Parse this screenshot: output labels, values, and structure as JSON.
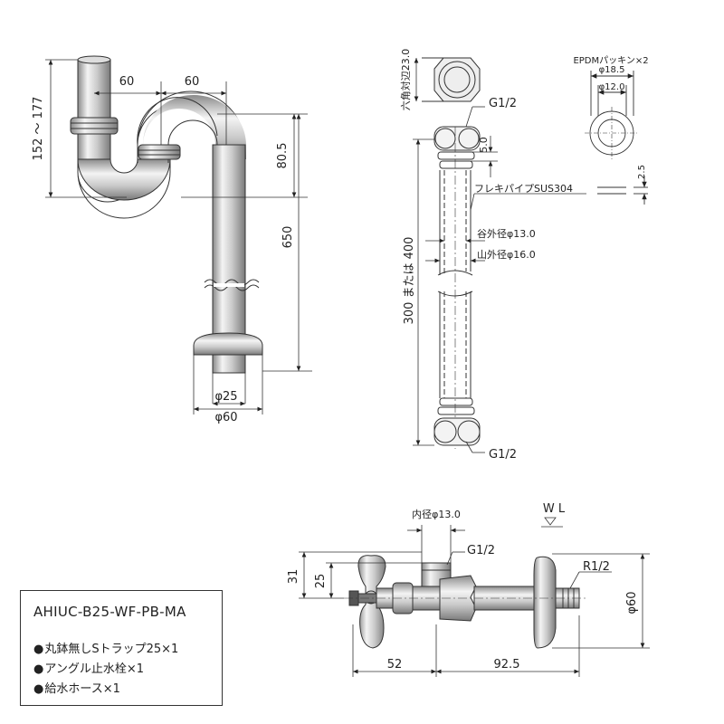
{
  "strap": {
    "dims": {
      "left_offset": "60",
      "right_offset": "60",
      "height_range": "152 ～ 177",
      "upper_bend": "80.5",
      "total_length": "650",
      "pipe_dia": "φ25",
      "flange_dia": "φ60"
    }
  },
  "hose": {
    "hex_label": "六角対辺23.0",
    "thread_top": "G1/2",
    "thread_bottom": "G1/2",
    "dim_5": "5.0",
    "material": "フレキパイプSUS304",
    "inner_od": "谷外径φ13.0",
    "outer_od": "山外径φ16.0",
    "length": "300 または 400"
  },
  "packing": {
    "title": "EPDMパッキン×2",
    "outer": "φ18.5",
    "inner": "φ12.0",
    "thickness": "2.5"
  },
  "valve": {
    "inner_dia": "内径φ13.0",
    "wl": "W L",
    "thread_top": "G1/2",
    "thread_side": "R1/2",
    "dim_31": "31",
    "dim_25": "25",
    "dim_52": "52",
    "dim_925": "92.5",
    "flange_dia": "φ60"
  },
  "info": {
    "model": "AHIUC-B25-WF-PB-MA",
    "items": [
      "丸鉢無しSトラップ25×1",
      "アングル止水栓×1",
      "給水ホース×1"
    ]
  }
}
